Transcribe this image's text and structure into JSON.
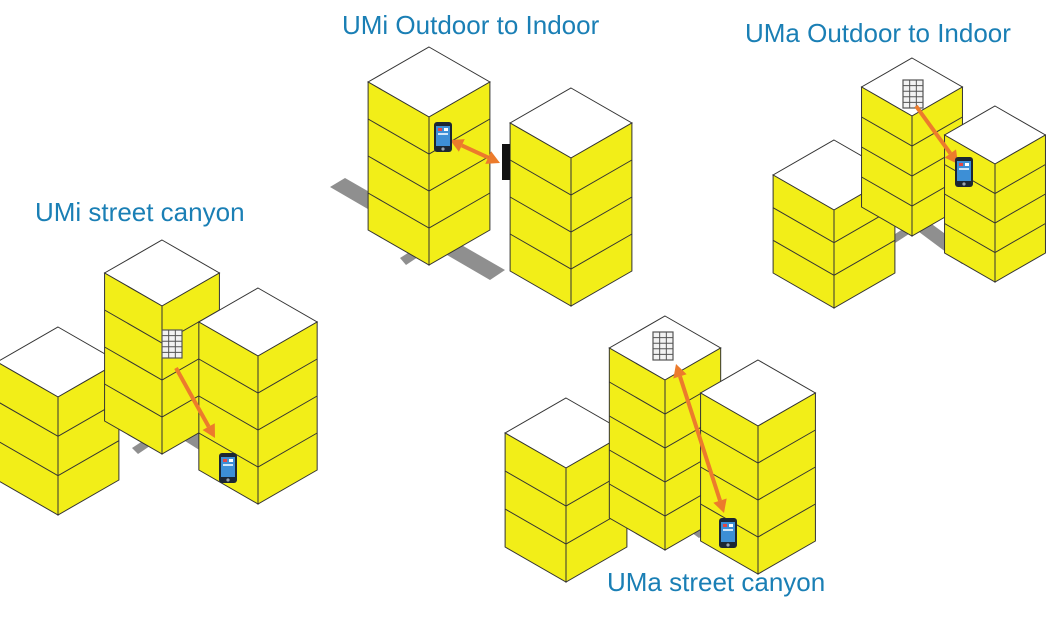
{
  "scenarios": [
    {
      "id": "umi-o2i",
      "label": "UMi Outdoor to Indoor"
    },
    {
      "id": "uma-o2i",
      "label": "UMa Outdoor to Indoor"
    },
    {
      "id": "umi-sc",
      "label": "UMi street canyon"
    },
    {
      "id": "uma-sc",
      "label": "UMa street canyon"
    }
  ],
  "colors": {
    "label_text": "#1a7fb5",
    "building_face": "#f2ee18",
    "building_roof": "#ffffff",
    "building_edge": "#333333",
    "street": "#8f8f8f",
    "link_arrow": "#ec7b2c",
    "phone_body": "#1c2733",
    "phone_screen": "#3d8fd6",
    "base_station": "#f2f2f2",
    "wall_panel": "#111111"
  },
  "icons": [
    "phone-icon",
    "base-station-icon",
    "wall-panel-icon"
  ]
}
